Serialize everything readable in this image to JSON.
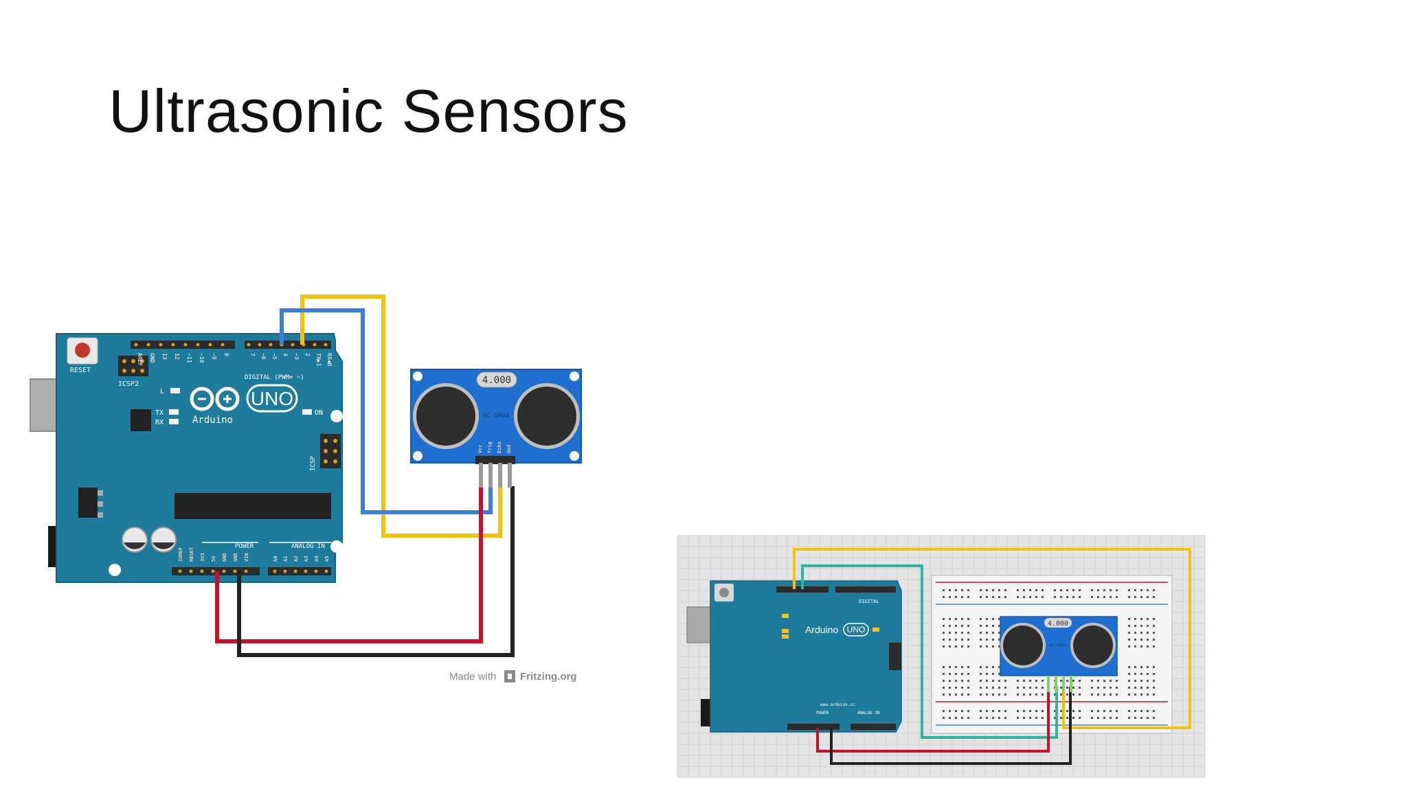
{
  "slide": {
    "title": "Ultrasonic Sensors"
  },
  "fritzing_diagram": {
    "board": {
      "logo_text": "Arduino",
      "model_badge": "UNO",
      "reset_label": "RESET",
      "icsp2_label": "ICSP2",
      "icsp_label": "ICSP",
      "digital_label": "DIGITAL (PWM= ~)",
      "led_l": "L",
      "led_tx": "TX",
      "led_rx": "RX",
      "on_label": "ON",
      "power_label": "POWER",
      "analog_label": "ANALOG IN",
      "digital_pins": [
        "AREF",
        "GND",
        "13",
        "12",
        "~11",
        "~10",
        "~9",
        "8",
        "7",
        "~6",
        "~5",
        "4",
        "~3",
        "2",
        "TX▶1",
        "RX◀0"
      ],
      "power_pins": [
        "IOREF",
        "RESET",
        "3V3",
        "5V",
        "GND",
        "GND",
        "VIN"
      ],
      "analog_pins": [
        "A0",
        "A1",
        "A2",
        "A3",
        "A4",
        "A5"
      ]
    },
    "sensor": {
      "crystal_label": "4.000",
      "model_label": "HC-SR04",
      "pins": [
        "Vcc",
        "Trig",
        "Echo",
        "Gnd"
      ]
    },
    "wire_colors": {
      "trig": "#f4c20d",
      "echo": "#3d7fd6",
      "vcc": "#c8102e",
      "gnd": "#222222"
    },
    "credit": {
      "prefix": "Made with",
      "brand": "Fritzing.org"
    }
  },
  "breadboard_photo": {
    "board": {
      "logo_text": "Arduino",
      "model_badge": "UNO",
      "digital_label": "DIGITAL",
      "power_label": "POWER",
      "analog_label": "ANALOG IN",
      "website": "www.arduino.cc"
    },
    "sensor": {
      "crystal_label": "4.000",
      "model_label": "HC-SR04"
    },
    "wire_colors": {
      "trig": "#f4c20d",
      "echo": "#2cb5a0",
      "vcc": "#c8102e",
      "gnd": "#222222"
    }
  }
}
